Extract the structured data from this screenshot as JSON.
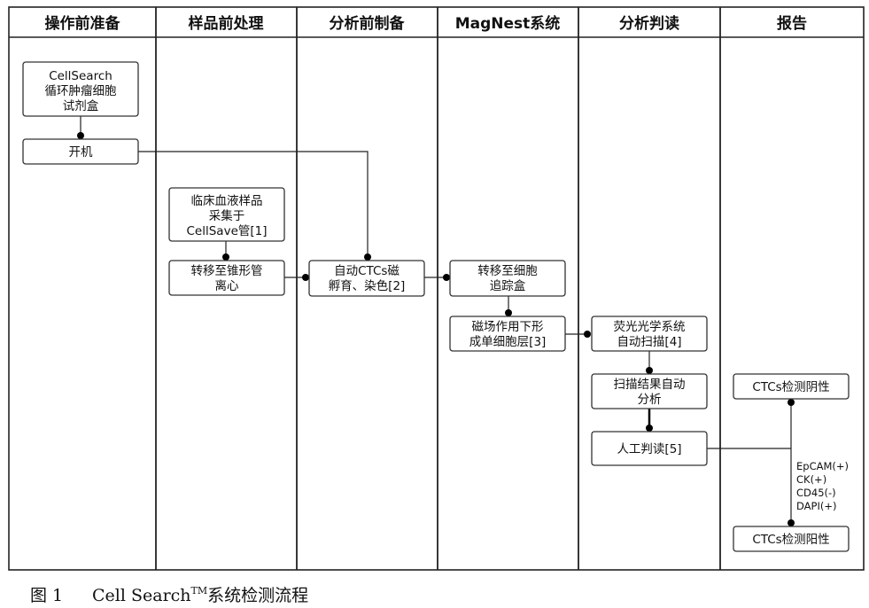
{
  "lanes": [
    "操作前准备",
    "样品前处理",
    "分析前制备",
    "MagNest系统",
    "分析判读",
    "报告"
  ],
  "boxes": {
    "kit": [
      "CellSearch",
      "循环肿瘤细胞",
      "试剂盒"
    ],
    "power_on": [
      "开机"
    ],
    "blood": [
      "临床血液样品",
      "采集于",
      "CellSave管[1]"
    ],
    "centrifuge": [
      "转移至锥形管",
      "离心"
    ],
    "incubate": [
      "自动CTCs磁",
      "孵育、染色[2]"
    ],
    "transfer": [
      "转移至细胞",
      "追踪盒"
    ],
    "magnet": [
      "磁场作用下形",
      "成单细胞层[3]"
    ],
    "scan": [
      "荧光光学系统",
      "自动扫描[4]"
    ],
    "analysis": [
      "扫描结果自动",
      "分析"
    ],
    "manual": [
      "人工判读[5]"
    ],
    "negative": [
      "CTCs检测阴性"
    ],
    "positive": [
      "CTCs检测阳性"
    ]
  },
  "markers": [
    "EpCAM(+)",
    "CK(+)",
    "CD45(-)",
    "DAPI(+)"
  ],
  "caption": {
    "fig": "图 1",
    "text_pre": "Cell Search",
    "tm": "TM",
    "text_post": "系统检测流程"
  }
}
